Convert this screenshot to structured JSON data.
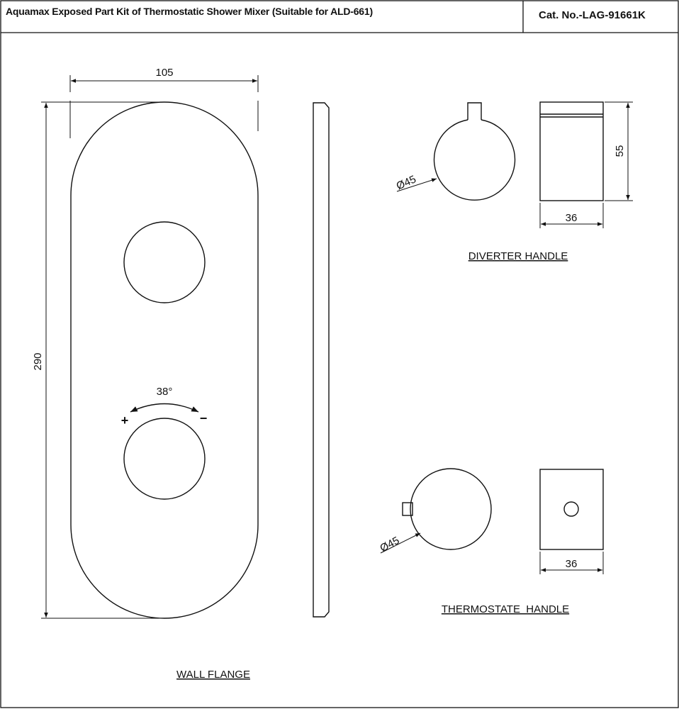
{
  "header": {
    "title": "Aquamax Exposed Part Kit of Thermostatic Shower Mixer (Suitable for ALD-661)",
    "catalog_no": "Cat. No.-LAG-91661K"
  },
  "wall_flange": {
    "width_dim": "105",
    "height_dim": "290",
    "rotation_angle": "38°",
    "plus_sign": "+",
    "minus_sign": "−",
    "label": "WALL FLANGE"
  },
  "diverter_handle": {
    "diameter_dim": "Ø45",
    "height_dim": "55",
    "width_dim": "36",
    "label": "DIVERTER HANDLE"
  },
  "thermostate_handle": {
    "diameter_dim": "Ø45",
    "width_dim": "36",
    "label": "THERMOSTATE  HANDLE"
  },
  "colors": {
    "line": "#111111",
    "background": "#ffffff"
  }
}
